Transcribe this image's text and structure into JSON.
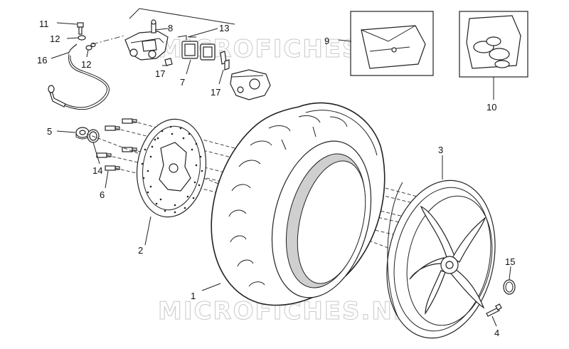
{
  "watermark": "MICROFICHES.NET",
  "callouts": {
    "c1": "1",
    "c2": "2",
    "c3": "3",
    "c4": "4",
    "c5": "5",
    "c6": "6",
    "c7": "7",
    "c8": "8",
    "c9": "9",
    "c10": "10",
    "c11": "11",
    "c12a": "12",
    "c12b": "12",
    "c13": "13",
    "c14": "14",
    "c15": "15",
    "c16": "16",
    "c17a": "17",
    "c17b": "17",
    "c17c": "17"
  }
}
